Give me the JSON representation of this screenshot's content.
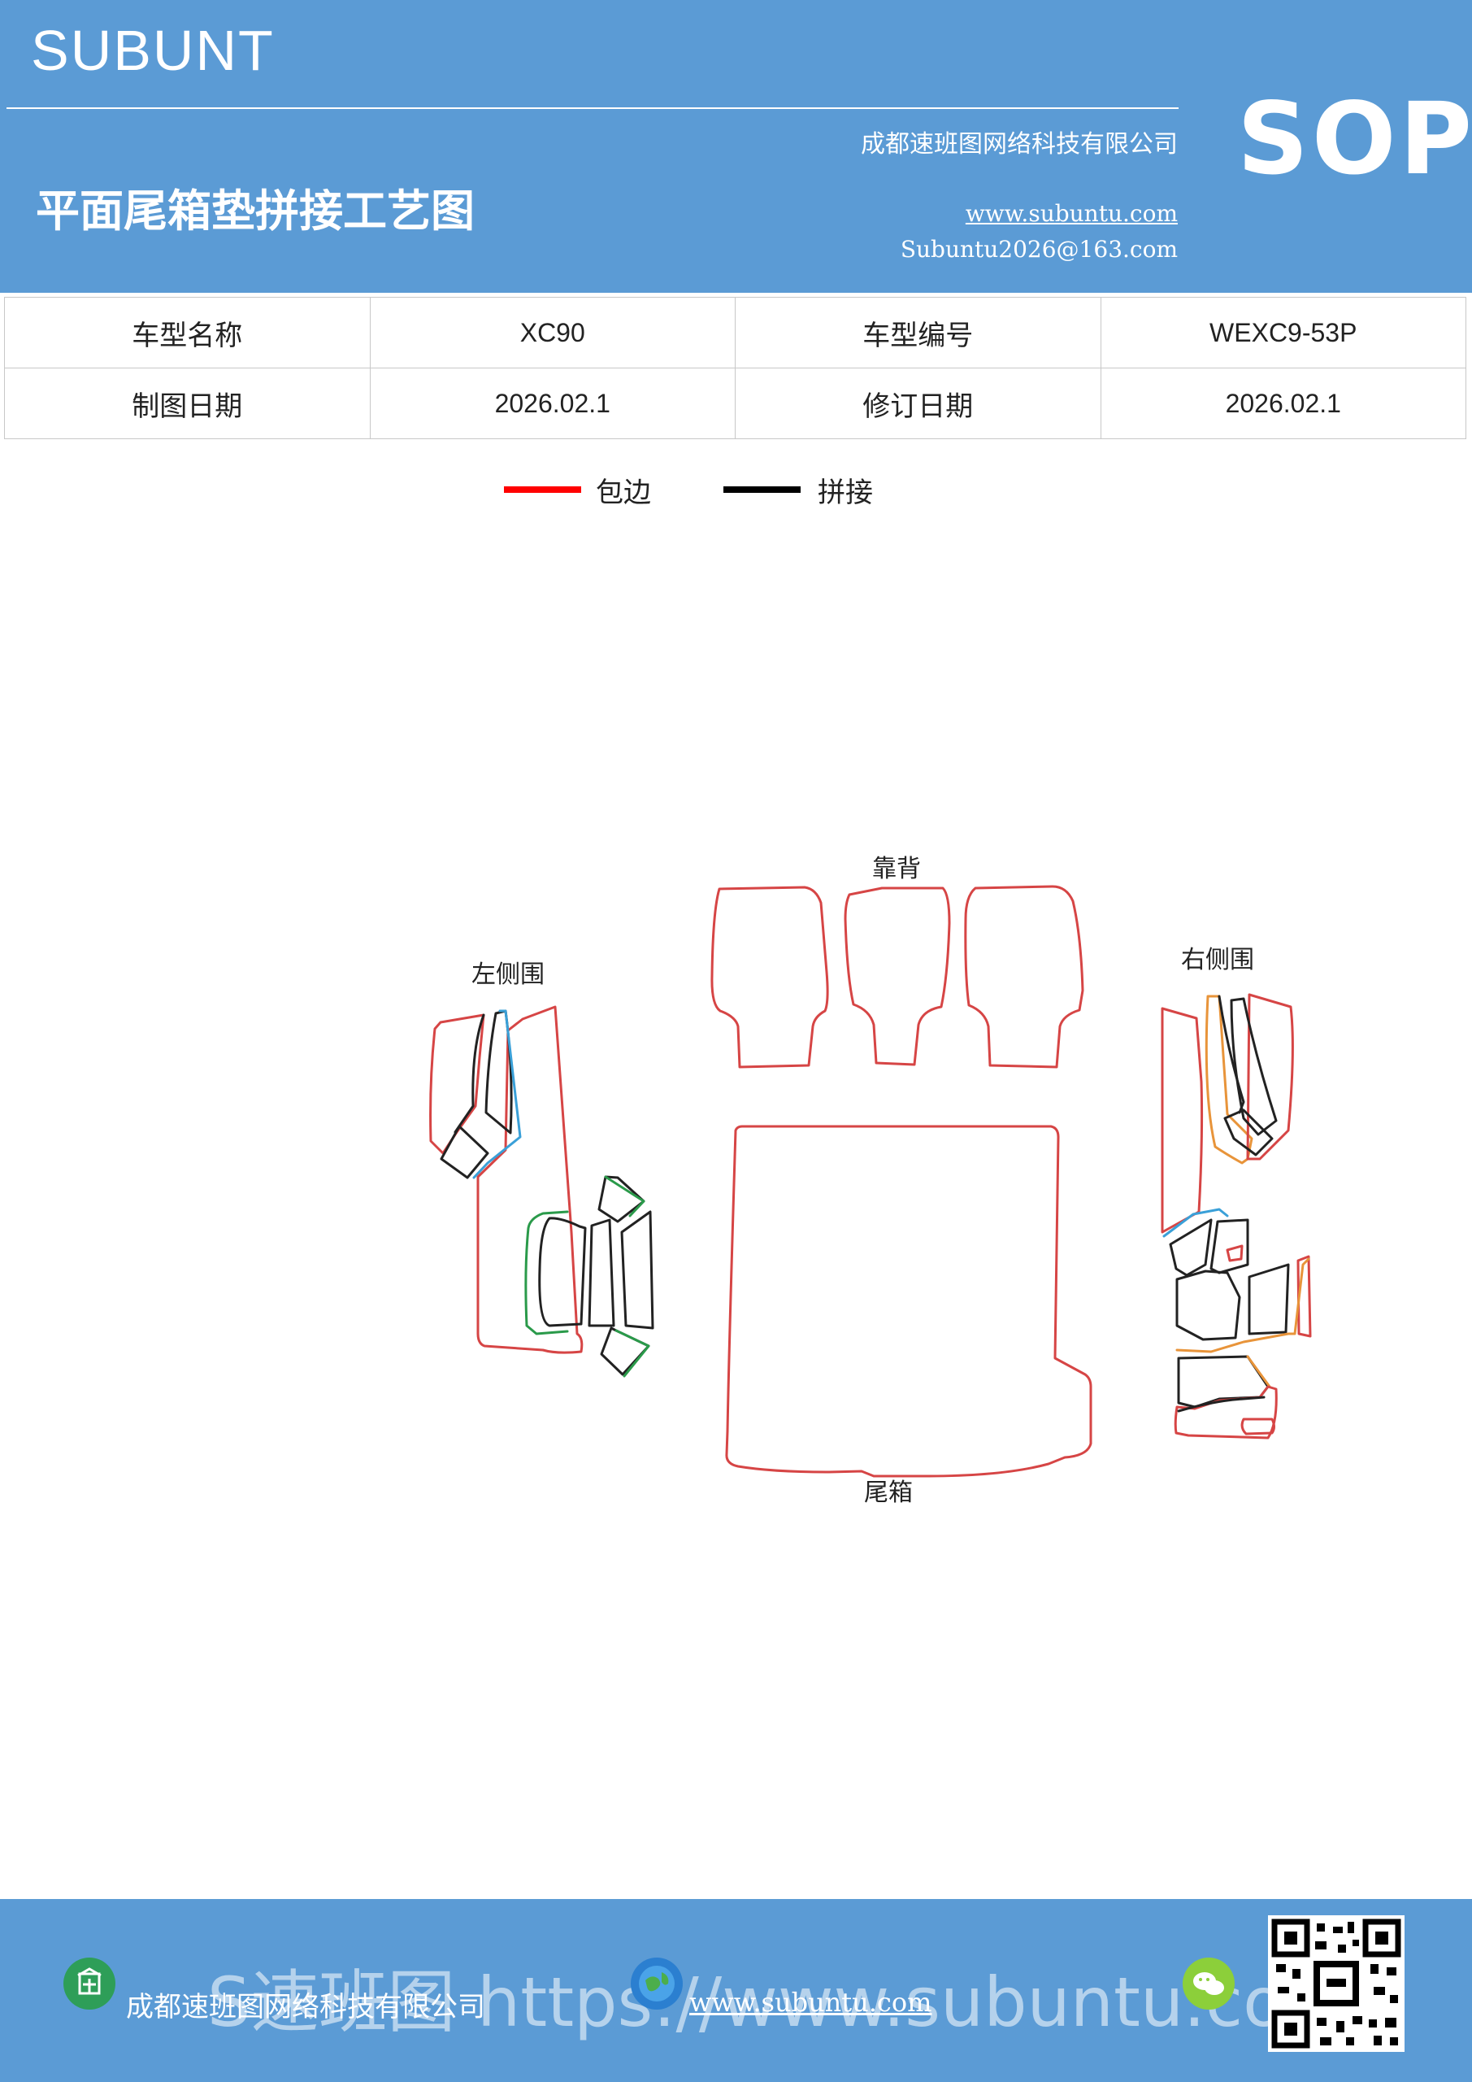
{
  "header": {
    "brand": "SUBUNT",
    "sop": "SOP",
    "company": "成都速班图网络科技有限公司",
    "title": "平面尾箱垫拼接工艺图",
    "website": "www.subuntu.com",
    "email": "Subuntu2026@163.com",
    "bg_color": "#5b9bd5"
  },
  "info_table": {
    "row1": {
      "label1": "车型名称",
      "value1": "XC90",
      "label2": "车型编号",
      "value2": "WEXC9-53P"
    },
    "row2": {
      "label1": "制图日期",
      "value1": "2026.02.1",
      "label2": "修订日期",
      "value2": "2026.02.1"
    }
  },
  "legend": {
    "edge": {
      "label": "包边",
      "color": "#ff0000"
    },
    "splice": {
      "label": "拼接",
      "color": "#000000"
    }
  },
  "diagram": {
    "back": "靠背",
    "left": "左侧围",
    "right": "右侧围",
    "trunk": "尾箱"
  },
  "footer": {
    "company": "成都速班图网络科技有限公司",
    "website": "www.subuntu.com",
    "watermark": "S速班图 https://www.subuntu.com",
    "icon_company": "building-icon",
    "icon_web": "globe-icon",
    "icon_wechat": "wechat-icon",
    "qr": "qr-code"
  }
}
